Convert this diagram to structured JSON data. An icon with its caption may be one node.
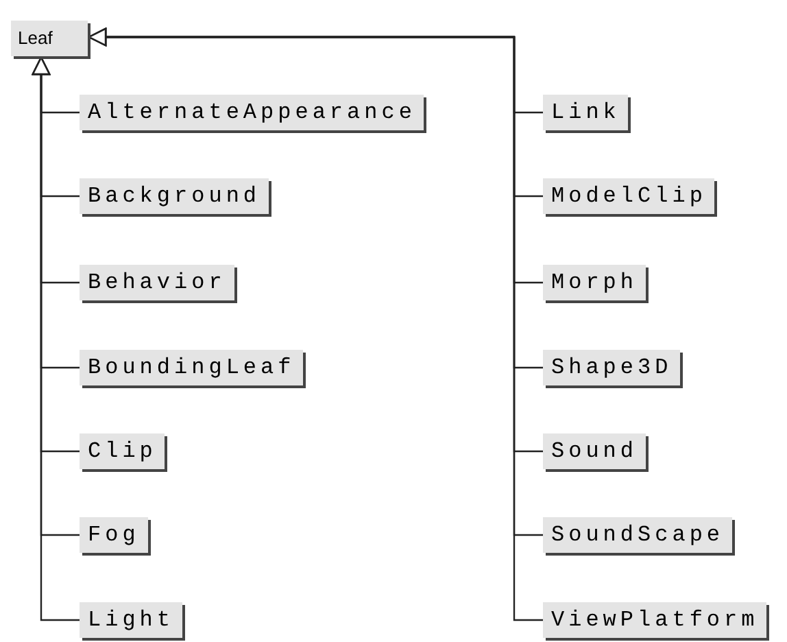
{
  "diagram": {
    "nodes": [
      {
        "text": [
          "Leaf"
        ]
      },
      {
        "text": [
          "AlternateAppearance"
        ]
      },
      {
        "text": [
          "Background"
        ]
      },
      {
        "text": [
          "Behavior"
        ]
      },
      {
        "text": [
          "BoundingLeaf"
        ]
      },
      {
        "text": [
          "Clip"
        ]
      },
      {
        "text": [
          "Fog"
        ]
      },
      {
        "text": [
          "Light"
        ]
      },
      {
        "text": [
          "Link"
        ]
      },
      {
        "text": [
          "ModelClip"
        ]
      },
      {
        "text": [
          "Morph"
        ]
      },
      {
        "text": [
          "Shape3D"
        ]
      },
      {
        "text": [
          "Sound"
        ]
      },
      {
        "text": [
          "SoundScape"
        ]
      },
      {
        "text": [
          "ViewPlatform"
        ]
      }
    ],
    "edges": [
      {
        "from": 1,
        "to": 0,
        "arrow": "to"
      },
      {
        "from": 2,
        "to": 0,
        "arrow": "to"
      },
      {
        "from": 3,
        "to": 0,
        "arrow": "to"
      },
      {
        "from": 4,
        "to": 0,
        "arrow": "to"
      },
      {
        "from": 5,
        "to": 0,
        "arrow": "to"
      },
      {
        "from": 6,
        "to": 0,
        "arrow": "to"
      },
      {
        "from": 7,
        "to": 0,
        "arrow": "to"
      },
      {
        "from": 8,
        "to": 0,
        "arrow": "to"
      },
      {
        "from": 9,
        "to": 0,
        "arrow": "to"
      },
      {
        "from": 10,
        "to": 0,
        "arrow": "to"
      },
      {
        "from": 11,
        "to": 0,
        "arrow": "to"
      },
      {
        "from": 12,
        "to": 0,
        "arrow": "to"
      },
      {
        "from": 13,
        "to": 0,
        "arrow": "to"
      },
      {
        "from": 14,
        "to": 0,
        "arrow": "to"
      }
    ]
  }
}
